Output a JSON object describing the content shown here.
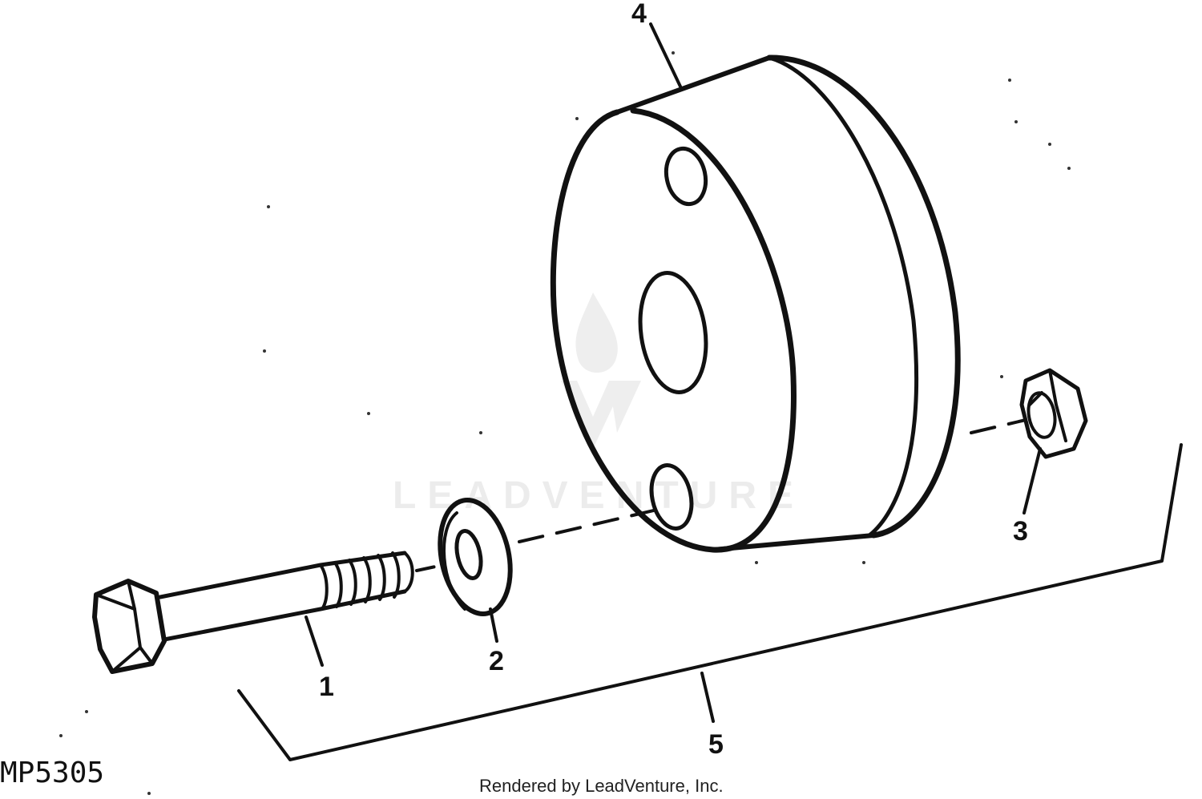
{
  "diagram": {
    "figure_id": "MP5305",
    "credit": "Rendered by LeadVenture, Inc.",
    "watermark": "LEADVENTURE"
  },
  "parts": [
    {
      "callout": "1",
      "name": "bolt"
    },
    {
      "callout": "2",
      "name": "washer"
    },
    {
      "callout": "3",
      "name": "nut"
    },
    {
      "callout": "4",
      "name": "weight"
    },
    {
      "callout": "5",
      "name": "kit"
    }
  ],
  "colors": {
    "ink": "#111111",
    "paper": "#ffffff",
    "watermark": "#ececec"
  }
}
